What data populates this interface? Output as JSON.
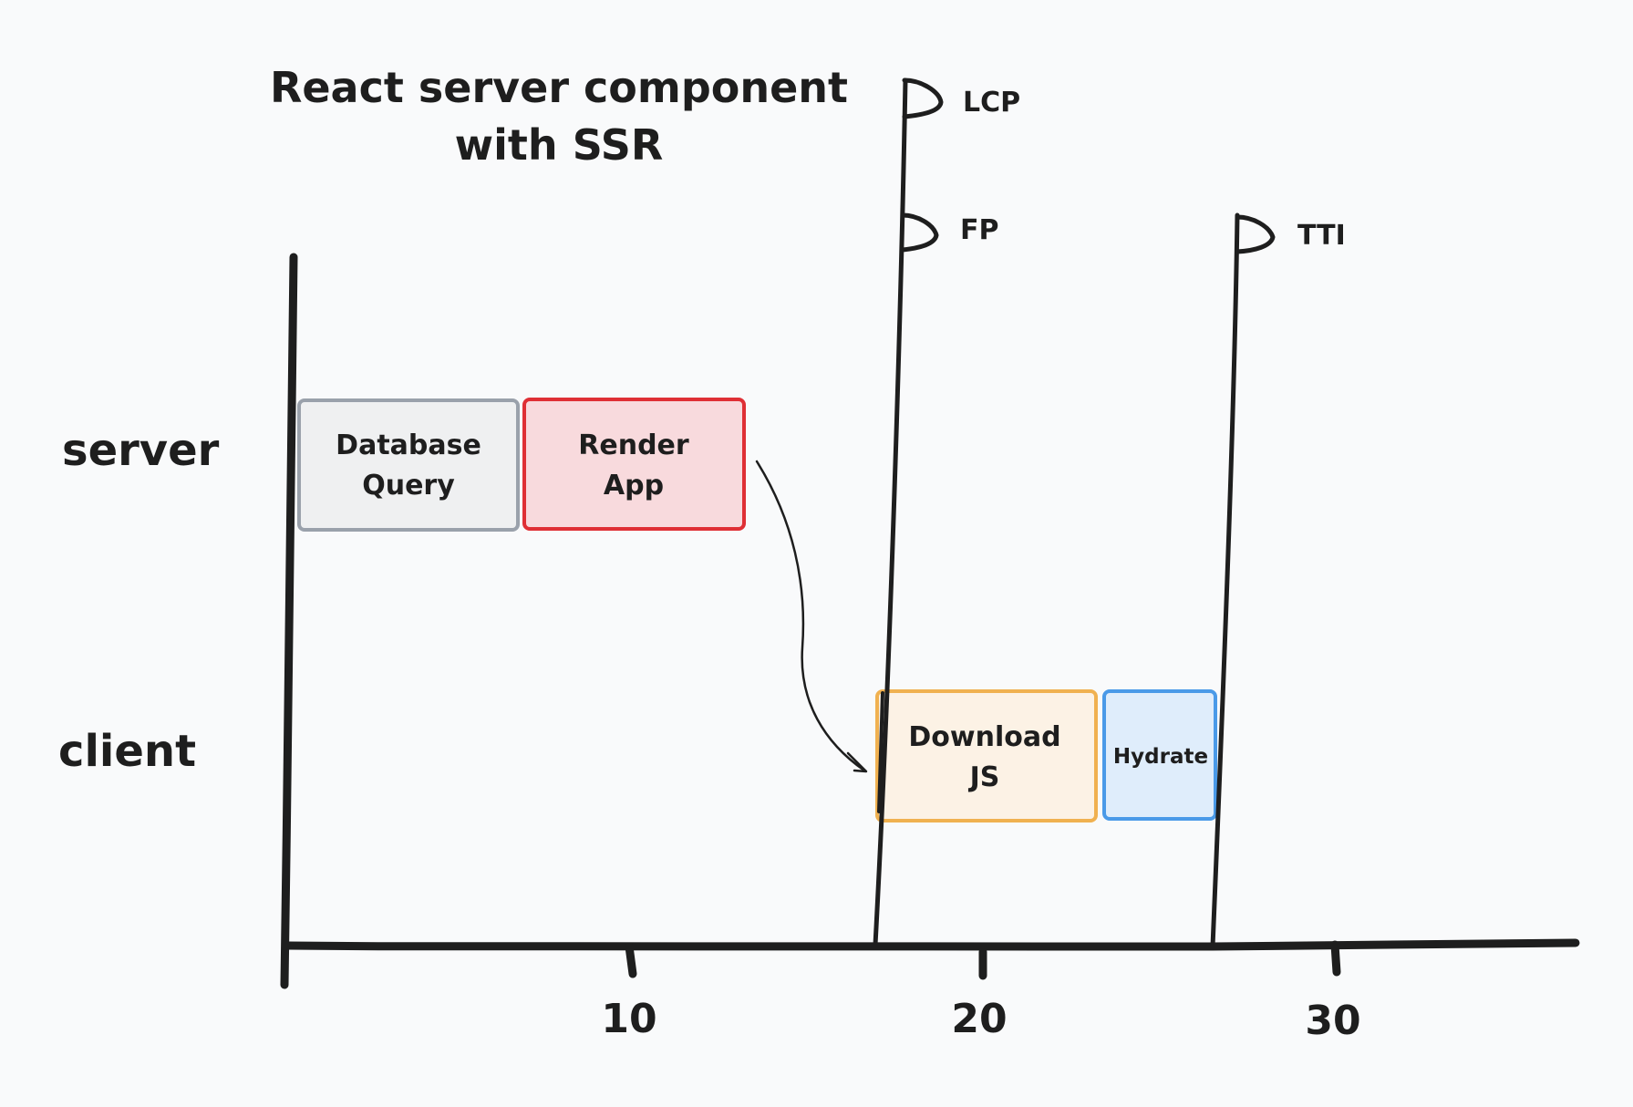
{
  "title": {
    "line1": "React server component",
    "line2": "with SSR"
  },
  "lanes": {
    "server": "server",
    "client": "client"
  },
  "axis": {
    "ticks": [
      "10",
      "20",
      "30"
    ]
  },
  "boxes": {
    "database_query": {
      "line1": "Database",
      "line2": "Query",
      "fill": "#eff0f1",
      "stroke": "#9aa1ab"
    },
    "render_app": {
      "line1": "Render",
      "line2": "App",
      "fill": "#f8dadd",
      "stroke": "#df2f35"
    },
    "download_js": {
      "line1": "Download",
      "line2": "JS",
      "fill": "#fcf2e5",
      "stroke": "#f0b150"
    },
    "hydrate": {
      "label": "Hydrate",
      "fill": "#dfedfb",
      "stroke": "#4a9ae8"
    }
  },
  "markers": {
    "lcp": "LCP",
    "fp": "FP",
    "tti": "TTI"
  }
}
